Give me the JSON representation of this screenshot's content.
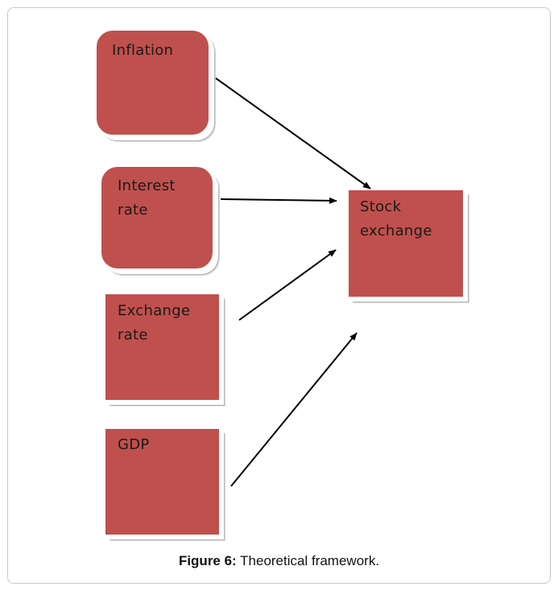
{
  "diagram": {
    "nodes": [
      {
        "id": "inflation",
        "label": "Inflation"
      },
      {
        "id": "interest",
        "label": "Interest\nrate"
      },
      {
        "id": "exchange",
        "label": "Exchange\nrate"
      },
      {
        "id": "gdp",
        "label": "GDP"
      },
      {
        "id": "stock",
        "label": "Stock\nexchange"
      }
    ],
    "edges": [
      {
        "from": "inflation",
        "to": "stock"
      },
      {
        "from": "interest",
        "to": "stock"
      },
      {
        "from": "exchange",
        "to": "stock"
      },
      {
        "from": "gdp",
        "to": "stock"
      }
    ],
    "colors": {
      "box_fill": "#c0504d",
      "arrow": "#000000"
    }
  },
  "caption": {
    "label": "Figure 6:",
    "text": " Theoretical framework."
  }
}
